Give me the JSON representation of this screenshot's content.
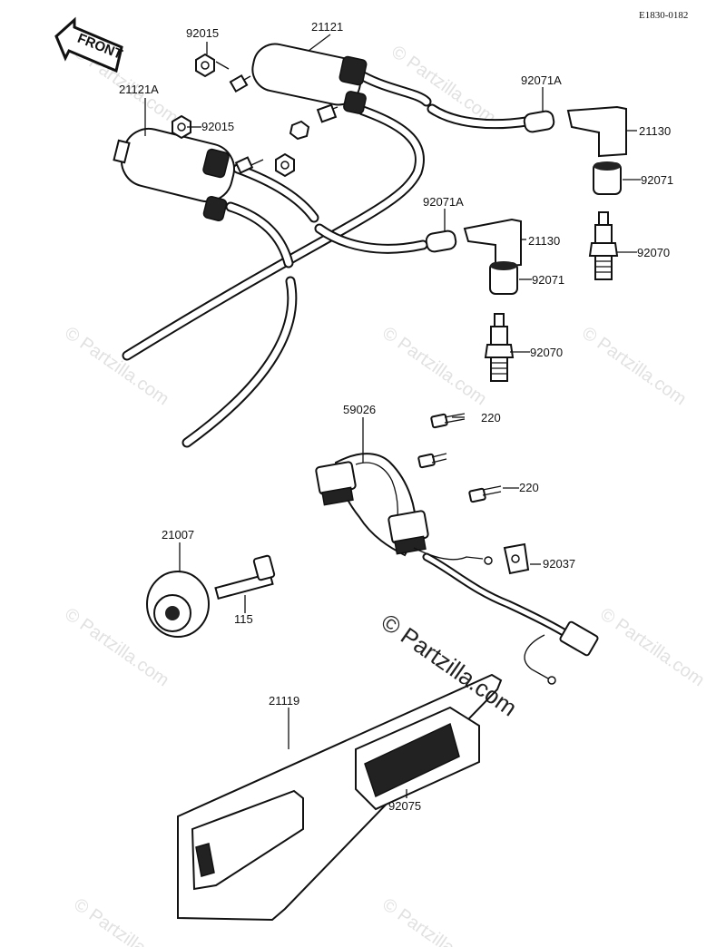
{
  "diagram_ref": "E1830-0182",
  "front_label": "FRONT",
  "watermark": "© Partzilla.com",
  "parts": {
    "ignition_coil": "21121",
    "ignition_coil_a": "21121A",
    "nut_upper": "92015",
    "nut_lower": "92015",
    "cap_a_upper": "92071A",
    "cap_a_lower": "92071A",
    "plug_cap_upper": "21130",
    "plug_cap_lower": "21130",
    "boot_upper": "92071",
    "boot_lower": "92071",
    "spark_plug_upper": "92070",
    "spark_plug_lower": "92070",
    "pickup_assy": "59026",
    "screw_upper": "220",
    "screw_lower": "220",
    "clamp": "92037",
    "timing_advancer": "21007",
    "bolt": "115",
    "igniter": "21119",
    "igniter_cover": "92075"
  }
}
